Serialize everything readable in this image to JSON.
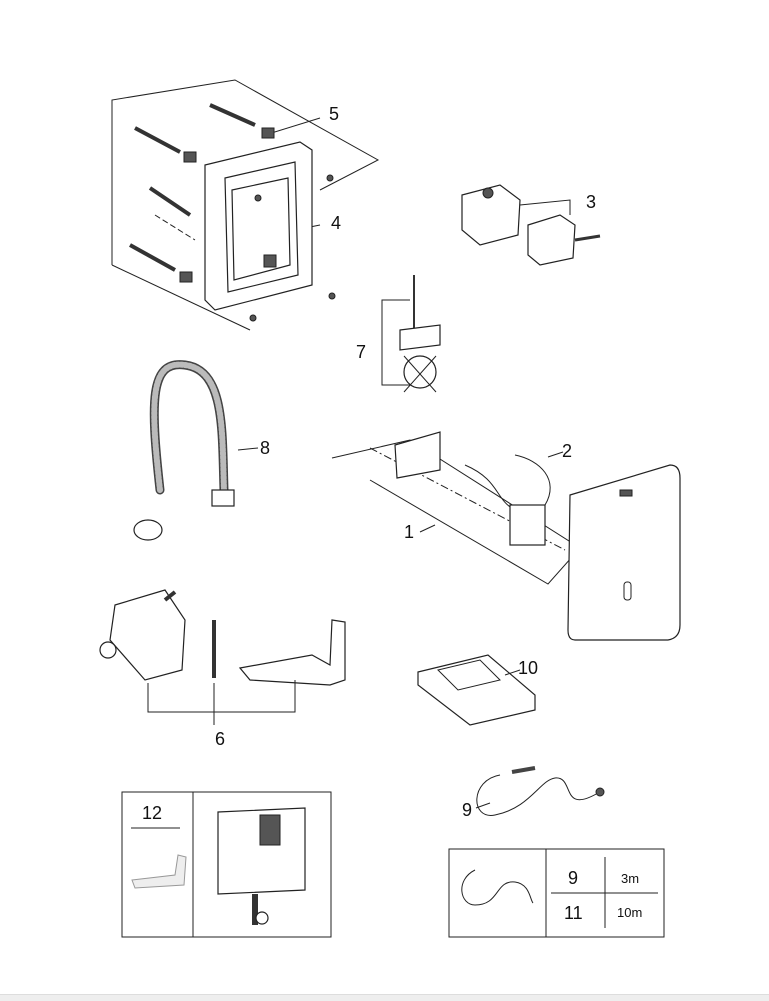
{
  "diagram": {
    "callouts": {
      "mounting_frame_bolts": "5",
      "mounting_frame": "4",
      "junction_box": "3",
      "water_connector": "7",
      "flex_hose": "8",
      "cable_set": "2",
      "cover_plate": "1",
      "remote_control": "10",
      "valve_unit": "6",
      "cable": "9",
      "bracket": "12"
    },
    "cable_table": {
      "rows": [
        {
          "item": "9",
          "length": "3m"
        },
        {
          "item": "11",
          "length": "10m"
        }
      ]
    }
  }
}
